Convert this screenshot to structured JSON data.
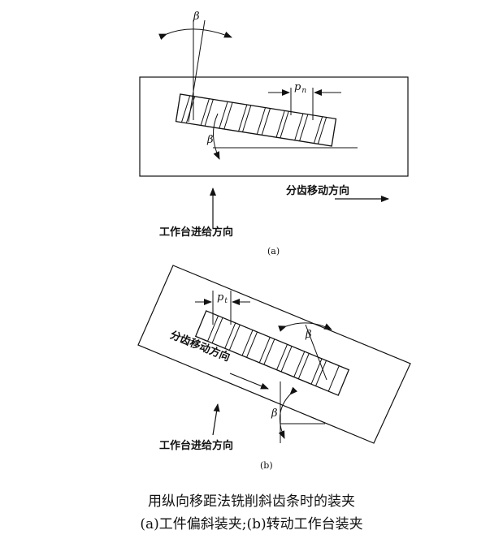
{
  "figure_a": {
    "beta_top": "β",
    "beta_inner": "β",
    "pitch": "p",
    "pitch_sub": "n",
    "move_dir": "分齿移动方向",
    "feed_dir": "工作台进给方向",
    "sublabel": "(a)"
  },
  "figure_b": {
    "pitch": "p",
    "pitch_sub": "t",
    "beta_upper": "β",
    "beta_lower": "β",
    "move_dir": "分齿移动方向",
    "feed_dir": "工作台进给方向",
    "sublabel": "(b)"
  },
  "caption": {
    "line1": "用纵向移距法铣削斜齿条时的装夹",
    "line2": "(a)工件偏斜装夹;(b)转动工作台装夹"
  }
}
